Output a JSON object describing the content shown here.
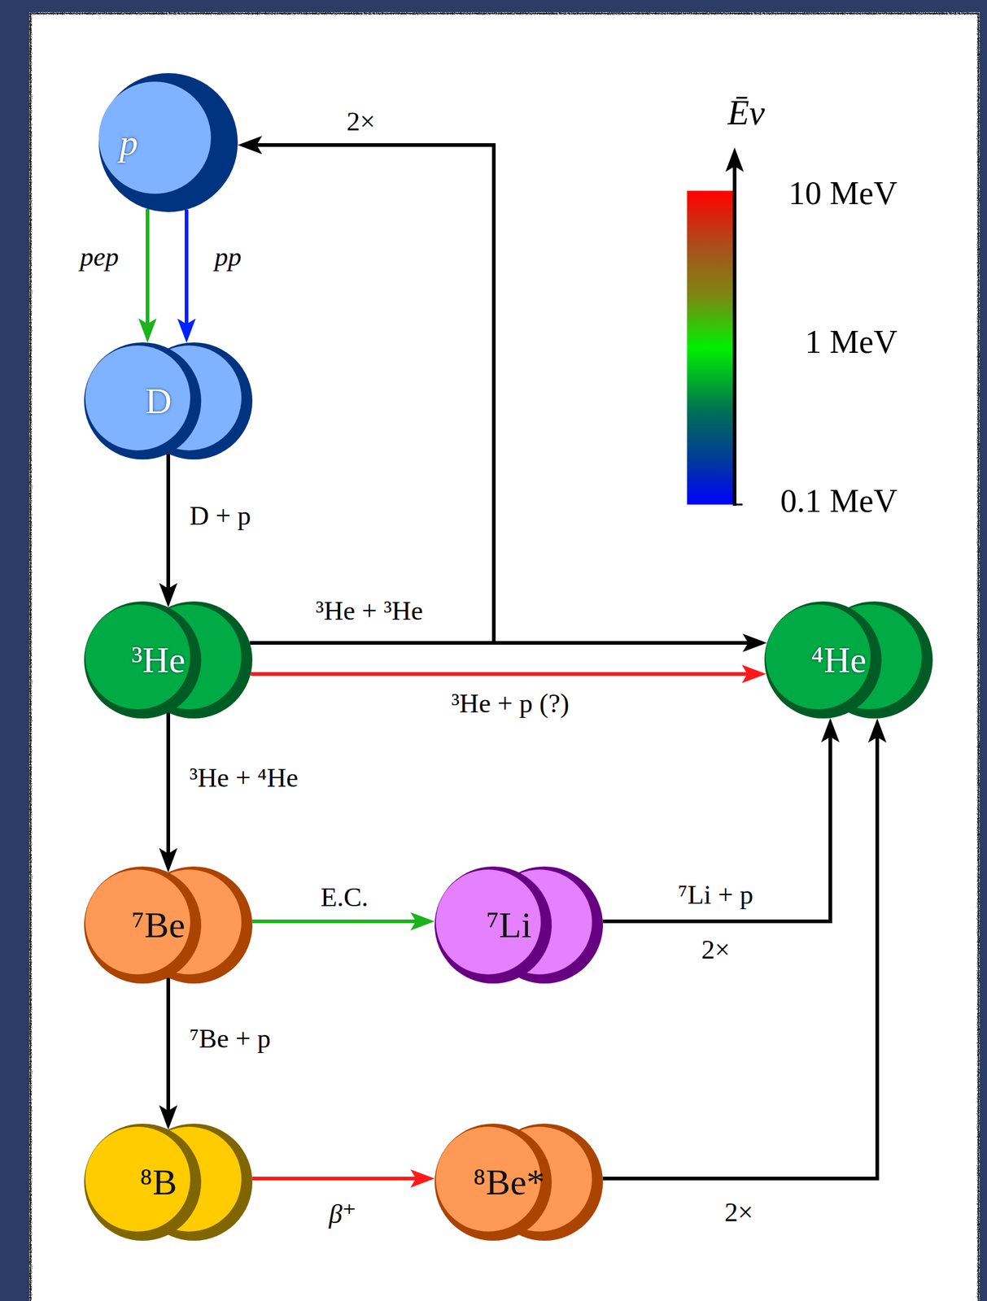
{
  "diagram": {
    "nodes": [
      {
        "text": [
          "p"
        ]
      },
      {
        "text": [
          "D"
        ]
      },
      {
        "text": [
          "³He"
        ]
      },
      {
        "text": [
          "⁴He"
        ]
      },
      {
        "text": [
          "⁷Be"
        ]
      },
      {
        "text": [
          "⁷Li"
        ]
      },
      {
        "text": [
          "⁸B"
        ]
      },
      {
        "text": [
          "⁸Be*"
        ]
      }
    ],
    "edges": [
      {
        "from": 0,
        "to": 1,
        "arrow": "to",
        "label": "pep"
      },
      {
        "from": 0,
        "to": 1,
        "arrow": "to",
        "label": "pp"
      },
      {
        "from": 1,
        "to": 2,
        "arrow": "to",
        "label": "D + p"
      },
      {
        "from": 2,
        "to": 3,
        "arrow": "to",
        "label": "³He + ³He"
      },
      {
        "from": 2,
        "to": 3,
        "arrow": "to",
        "label": "³He + p (?)"
      },
      {
        "from": 2,
        "to": 0,
        "arrow": "to",
        "label": "2×"
      },
      {
        "from": 2,
        "to": 4,
        "arrow": "to",
        "label": "³He + ⁴He"
      },
      {
        "from": 4,
        "to": 5,
        "arrow": "to",
        "label": "E.C."
      },
      {
        "from": 5,
        "to": 3,
        "arrow": "to",
        "label": "⁷Li + p"
      },
      {
        "from": 4,
        "to": 6,
        "arrow": "to",
        "label": "⁷Be + p"
      },
      {
        "from": 6,
        "to": 7,
        "arrow": "to",
        "label": "β⁺"
      },
      {
        "from": 7,
        "to": 3,
        "arrow": "to",
        "label": "2×"
      }
    ],
    "labels": [
      "Ēν",
      "10 MeV",
      "1 MeV",
      "0.1 MeV",
      "2×"
    ]
  }
}
